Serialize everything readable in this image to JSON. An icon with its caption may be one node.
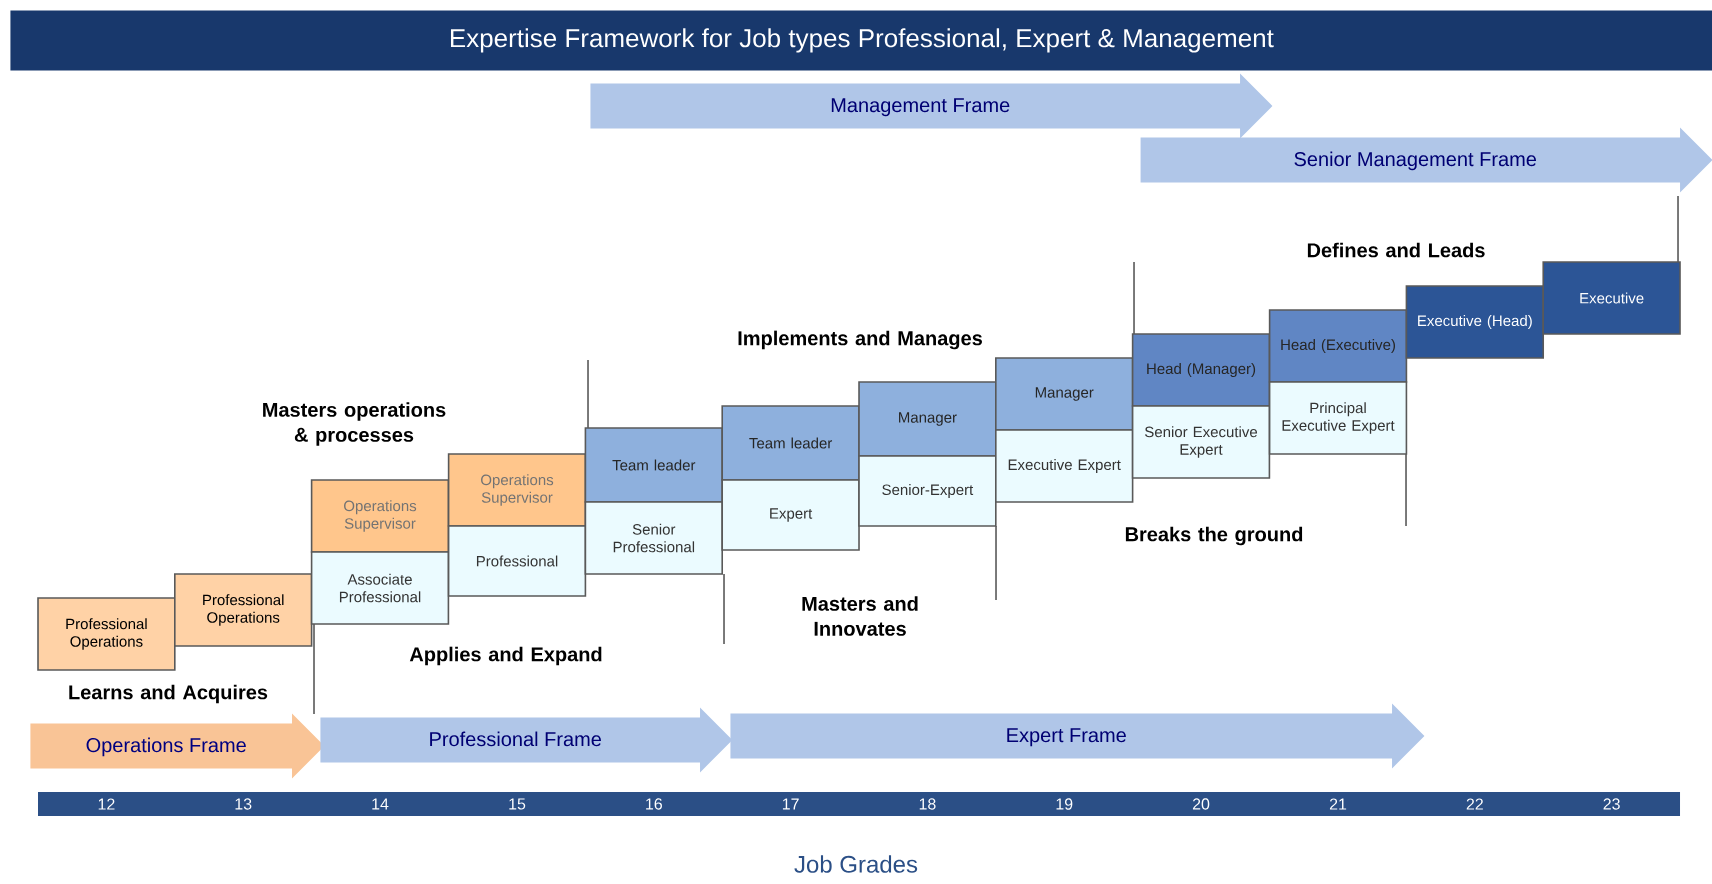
{
  "diagram": {
    "title": "Expertise Framework for Job types Professional, Expert & Management",
    "nodes": [
      {
        "text": [
          "Management Frame"
        ]
      },
      {
        "text": [
          "Senior Management Frame"
        ]
      },
      {
        "text": [
          "Professional Operations"
        ]
      },
      {
        "text": [
          "Professional Operations"
        ]
      },
      {
        "text": [
          "Operations Supervisor"
        ]
      },
      {
        "text": [
          "Associate Professional"
        ]
      },
      {
        "text": [
          "Operations Supervisor"
        ]
      },
      {
        "text": [
          "Professional"
        ]
      },
      {
        "text": [
          "Team leader"
        ]
      },
      {
        "text": [
          "Senior Professional"
        ]
      },
      {
        "text": [
          "Team leader"
        ]
      },
      {
        "text": [
          "Expert"
        ]
      },
      {
        "text": [
          "Manager"
        ]
      },
      {
        "text": [
          "Senior-Expert"
        ]
      },
      {
        "text": [
          "Manager"
        ]
      },
      {
        "text": [
          "Executive Expert"
        ]
      },
      {
        "text": [
          "Head (Manager)"
        ]
      },
      {
        "text": [
          "Senior Executive Expert"
        ]
      },
      {
        "text": [
          "Head (Executive)"
        ]
      },
      {
        "text": [
          "Principal Executive Expert"
        ]
      },
      {
        "text": [
          "Executive (Head)"
        ]
      },
      {
        "text": [
          "Executive"
        ]
      },
      {
        "text": [
          "Operations Frame"
        ]
      },
      {
        "text": [
          "Professional Frame"
        ]
      },
      {
        "text": [
          "Expert Frame"
        ]
      }
    ],
    "edges": [],
    "labels": [
      "Defines and Leads",
      "Implements and Manages",
      "Masters operations & processes",
      "Breaks the ground",
      "Masters and Innovates",
      "Applies and Expand",
      "Learns and Acquires",
      "12",
      "13",
      "14",
      "15",
      "16",
      "17",
      "18",
      "19",
      "20",
      "21",
      "22",
      "23",
      "Job Grades"
    ]
  }
}
